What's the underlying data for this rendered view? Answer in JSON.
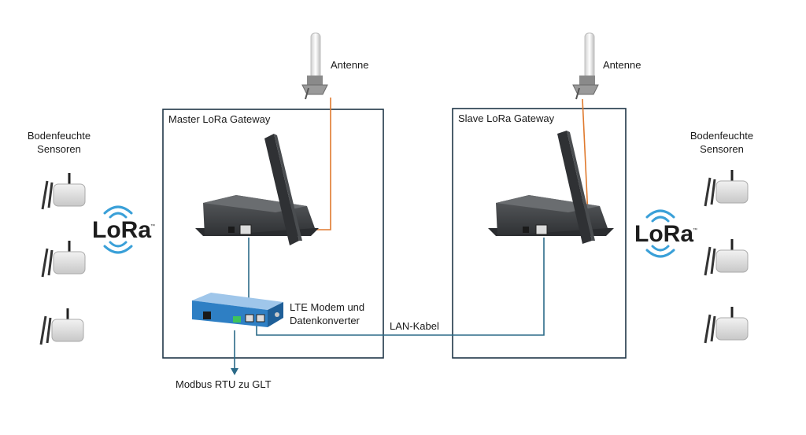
{
  "labels": {
    "antenna_left": "Antenne",
    "antenna_right": "Antenne",
    "master_gateway": "Master LoRa Gateway",
    "slave_gateway": "Slave LoRa Gateway",
    "sensors_left_line1": "Bodenfeuchte",
    "sensors_left_line2": "Sensoren",
    "sensors_right_line1": "Bodenfeuchte",
    "sensors_right_line2": "Sensoren",
    "modem_line1": "LTE Modem und",
    "modem_line2": "Datenkonverter",
    "lan_cable": "LAN-Kabel",
    "modbus": "Modbus RTU zu GLT"
  },
  "logos": {
    "left": "LoRa",
    "right": "LoRa",
    "tm": "™"
  },
  "colors": {
    "box_border": "#1f3647",
    "antenna_cable": "#e07a2e",
    "lan_cable": "#2b6a88",
    "modem_blue": "#2e7fc4",
    "lora_waves": "#3aa0d8",
    "device_dark": "#3a3d40"
  }
}
